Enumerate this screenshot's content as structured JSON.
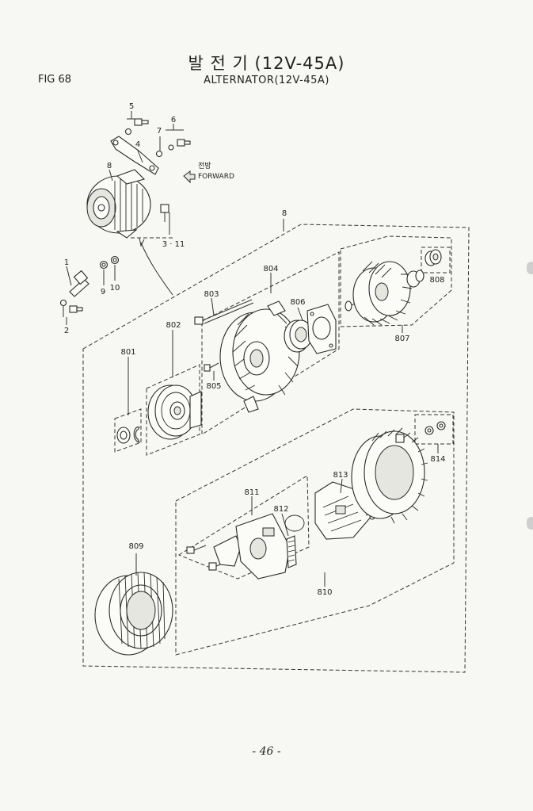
{
  "header": {
    "title_korean": "발 전 기 (12V-45A)",
    "title_english": "ALTERNATOR(12V-45A)",
    "figure_label": "FIG 68"
  },
  "direction": {
    "korean": "전방",
    "english": "FORWARD"
  },
  "callouts": {
    "c1": "1",
    "c2": "2",
    "c3": "3 · 11",
    "c4": "4",
    "c5": "5",
    "c6": "6",
    "c7": "7",
    "c8_assy": "8",
    "c8": "8",
    "c9": "9",
    "c10": "10",
    "c801": "801",
    "c802": "802",
    "c803": "803",
    "c804": "804",
    "c805": "805",
    "c806": "806",
    "c807": "807",
    "c808": "808",
    "c809": "809",
    "c810": "810",
    "c811": "811",
    "c812": "812",
    "c813": "813",
    "c814": "814"
  },
  "footer": {
    "page_number": "- 46 -"
  }
}
